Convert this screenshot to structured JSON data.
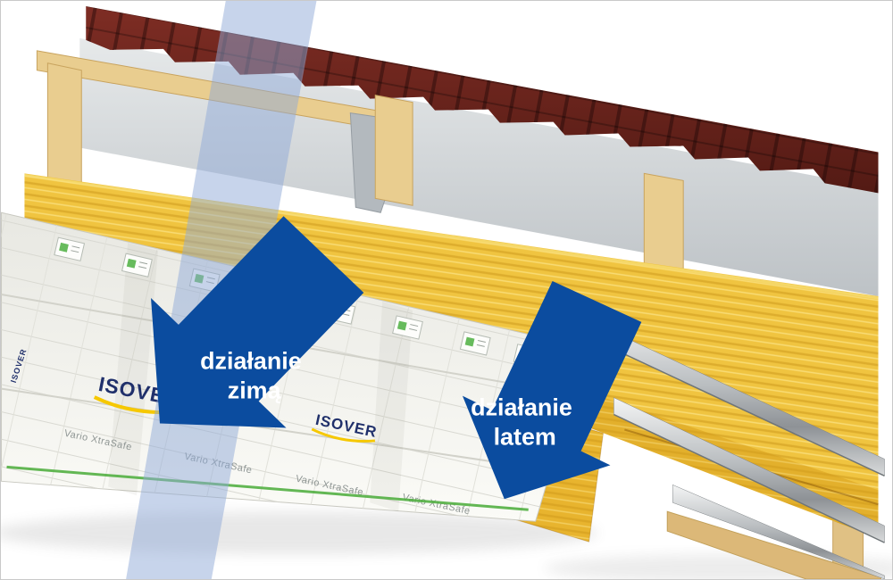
{
  "diagram": {
    "title": "roof insulation cross-section with airflow arrows",
    "arrows": {
      "winter": {
        "line1": "działanie",
        "line2": "zimą"
      },
      "summer": {
        "line1": "działanie",
        "line2": "latem"
      }
    },
    "brand": {
      "name": "ISOVER",
      "product": "Vario XtraSafe"
    },
    "colors": {
      "arrow_blue": "#0b4c9f",
      "band_blue": "#8fa9d8",
      "insulation_yellow": "#f0c440",
      "insulation_dark": "#e3b02c",
      "tile_red": "#6e241d",
      "wood": "#e9cd8f",
      "metal": "#c9ccce",
      "membrane": "#f4f3ef",
      "green_accent": "#53b043",
      "logo_navy": "#20306b",
      "logo_yellow": "#f6c800"
    }
  }
}
